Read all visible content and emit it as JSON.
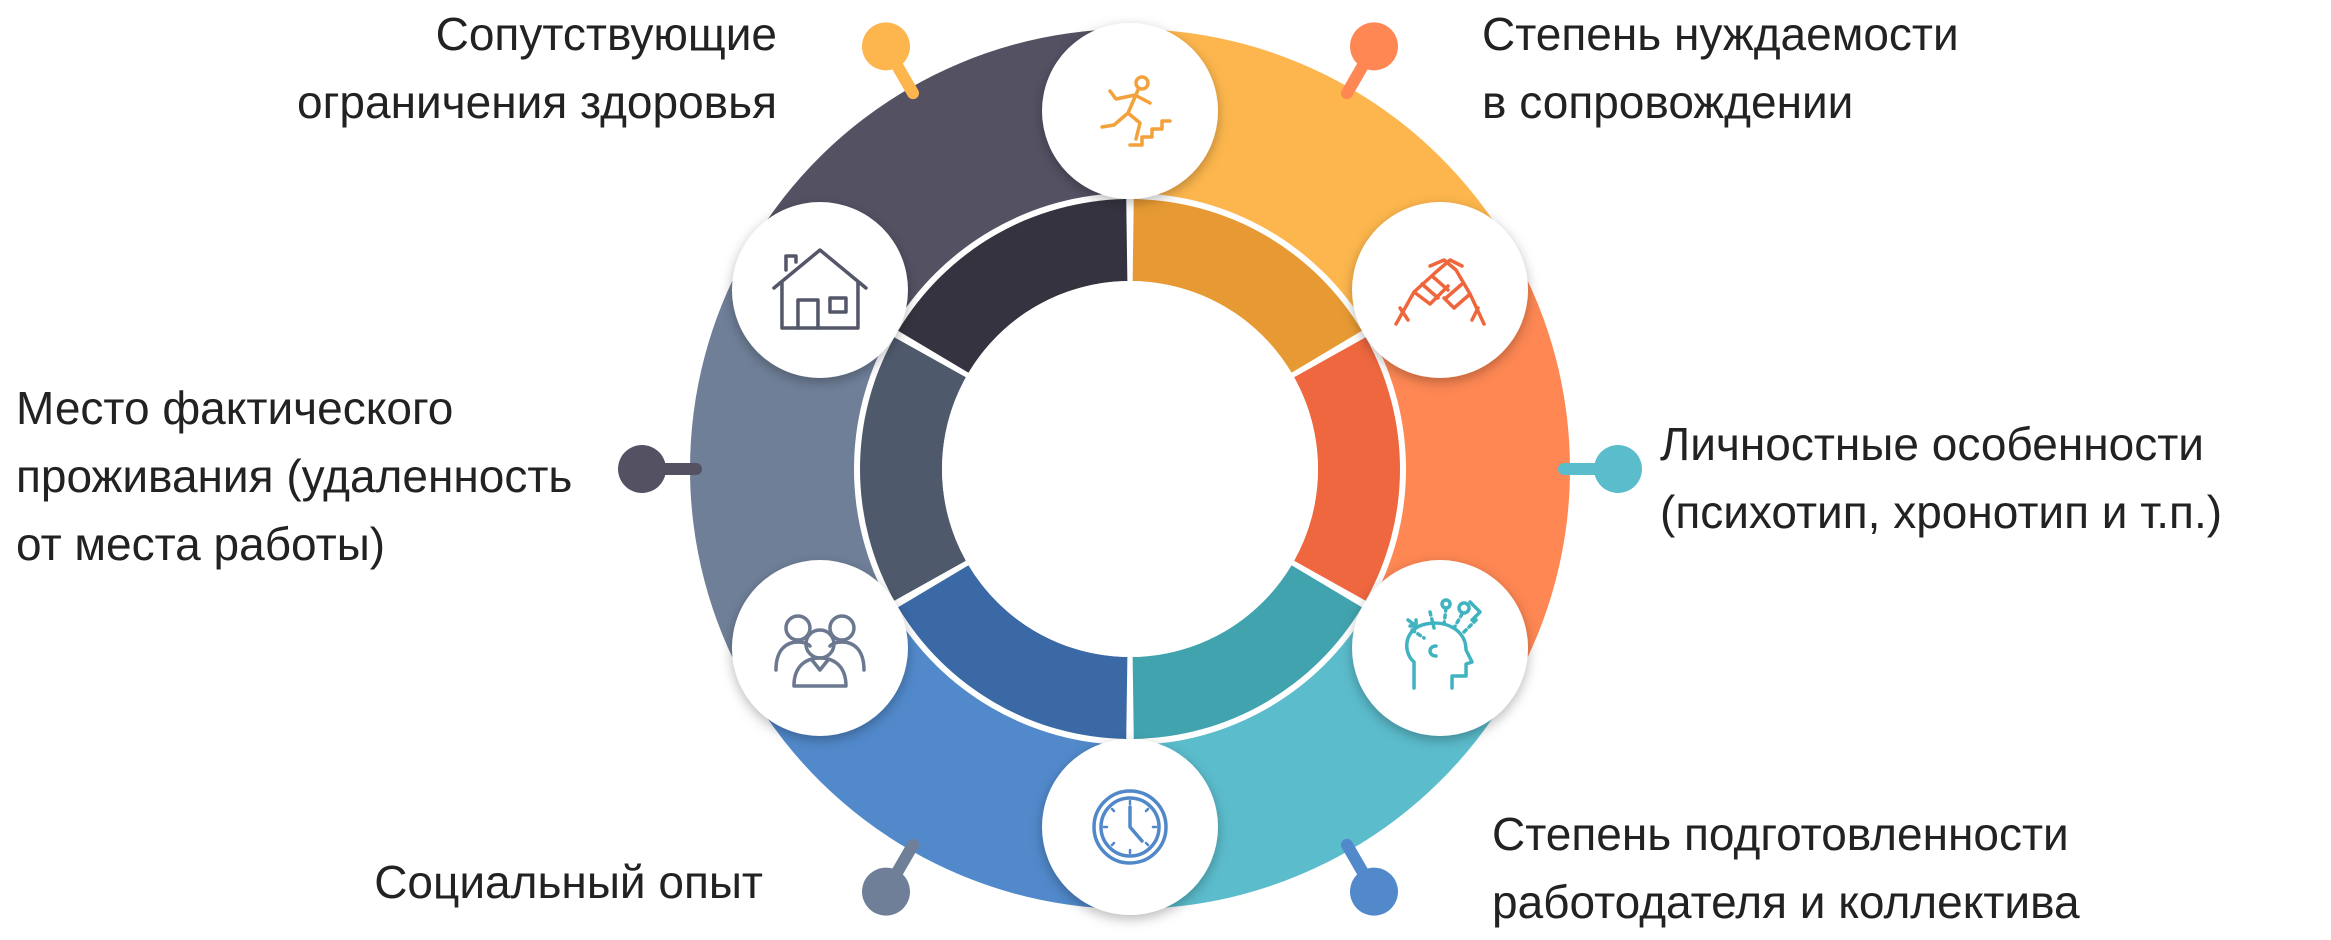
{
  "segments": [
    {
      "id": "health",
      "color": "#FDB64D",
      "inner_color": "#E79A33",
      "icon": "stairs-climber-icon"
    },
    {
      "id": "support",
      "color": "#FE8753",
      "inner_color": "#EE673E",
      "icon": "handshake-icon"
    },
    {
      "id": "personality",
      "color": "#5BBCCC",
      "inner_color": "#41A3AE",
      "icon": "head-ideas-icon"
    },
    {
      "id": "employer",
      "color": "#5189CB",
      "inner_color": "#3A69A6",
      "icon": "clock-icon"
    },
    {
      "id": "social",
      "color": "#6F7F98",
      "inner_color": "#4E5A6C",
      "icon": "group-people-icon"
    },
    {
      "id": "residence",
      "color": "#545163",
      "inner_color": "#35333F",
      "icon": "house-icon"
    }
  ],
  "labels": {
    "health": [
      "Сопутствующие",
      "ограничения здоровья"
    ],
    "support": [
      "Степень нуждаемости",
      "в сопровождении"
    ],
    "personality": [
      "Личностные особенности",
      "(психотип, хронотип и т.п.)"
    ],
    "employer": [
      "Степень подготовленности",
      "работодателя и коллектива"
    ],
    "social": [
      "Социальный опыт"
    ],
    "residence": [
      "Место фактического",
      "проживания (удаленность",
      "от места работы)"
    ]
  }
}
